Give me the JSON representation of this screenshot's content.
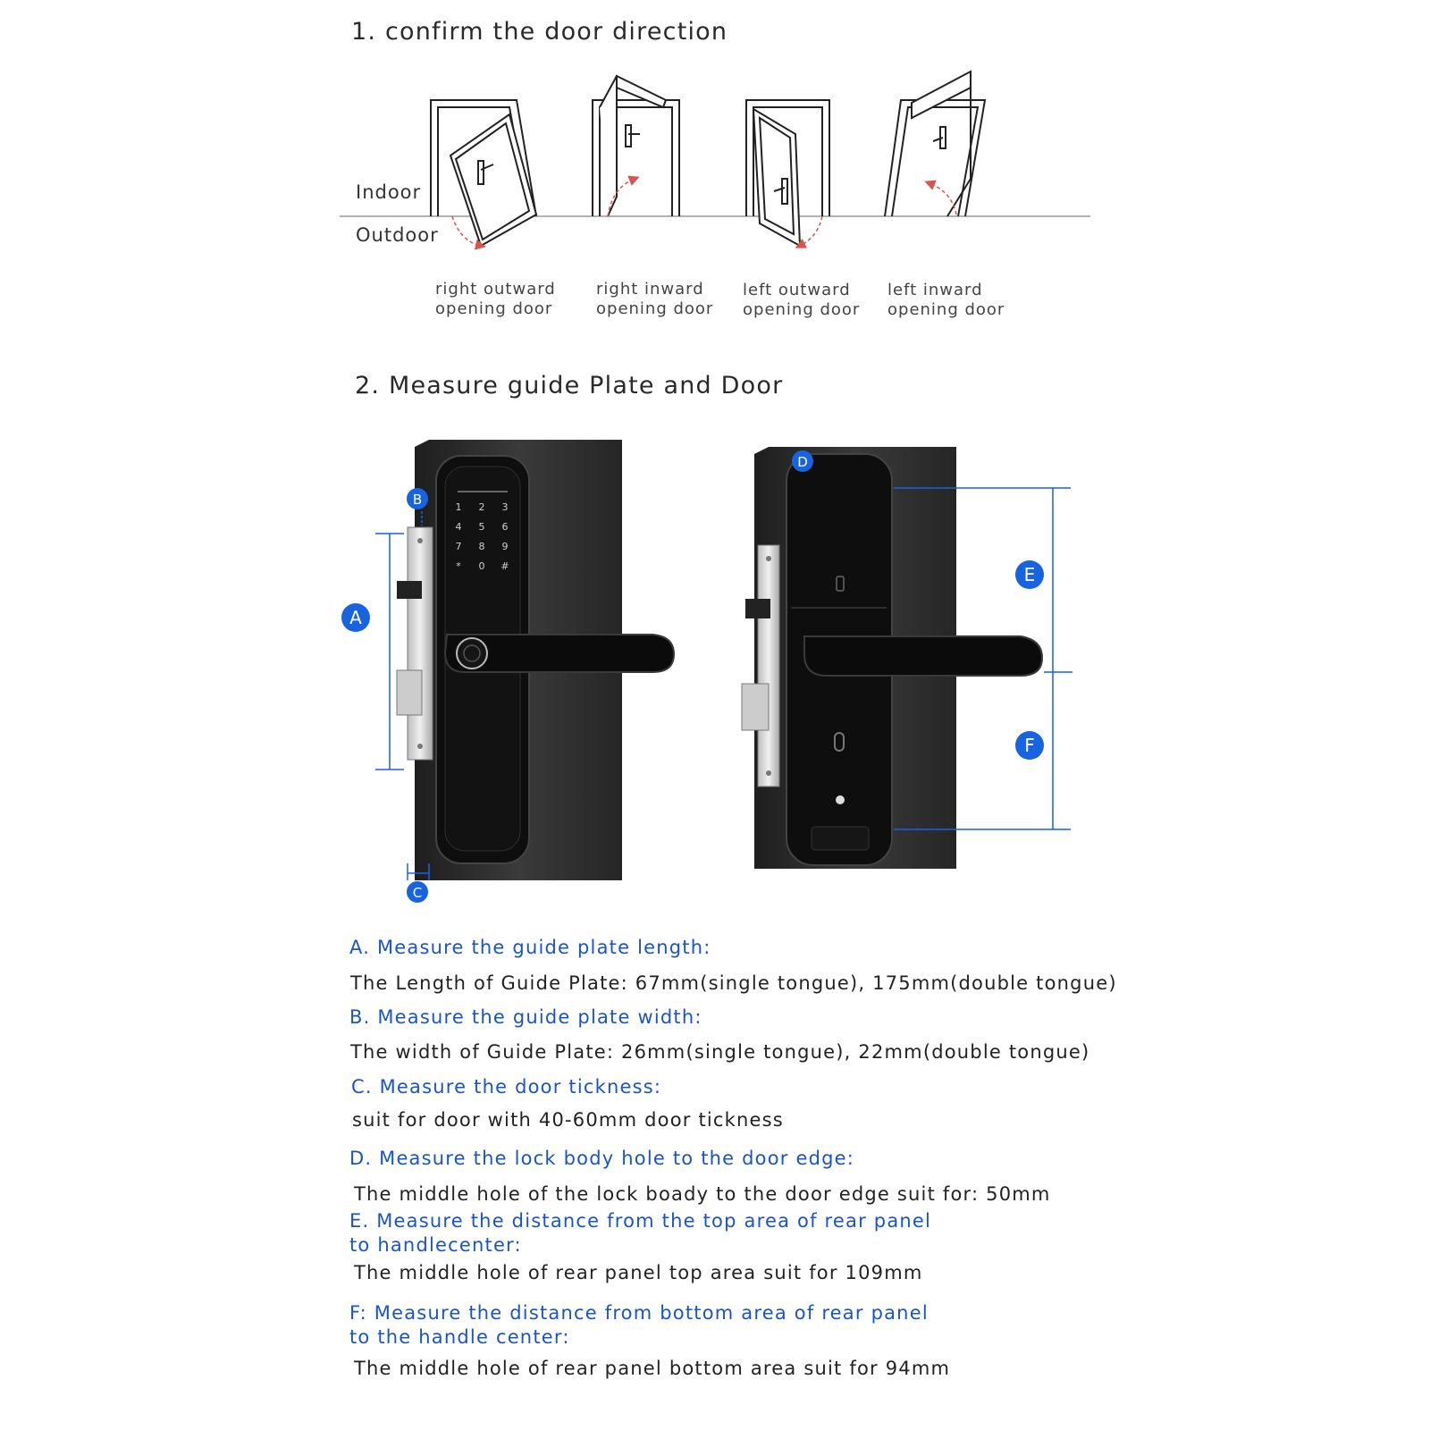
{
  "section1": {
    "title": "1. confirm the door direction",
    "indoor_label": "Indoor",
    "outdoor_label": "Outdoor",
    "doors": [
      {
        "line1": "right outward",
        "line2": "opening door"
      },
      {
        "line1": "right inward",
        "line2": "opening door"
      },
      {
        "line1": "left outward",
        "line2": "opening door"
      },
      {
        "line1": "left inward",
        "line2": "opening door"
      }
    ]
  },
  "section2": {
    "title": "2. Measure guide Plate and Door",
    "markers": {
      "a": "A",
      "b": "B",
      "c": "C",
      "d": "D",
      "e": "E",
      "f": "F"
    },
    "keypad": [
      "1",
      "2",
      "3",
      "4",
      "5",
      "6",
      "7",
      "8",
      "9",
      "*",
      "0",
      "#"
    ]
  },
  "specs": [
    {
      "title_lines": [
        "A. Measure the guide plate length:"
      ],
      "body": "The Length of Guide Plate: 67mm(single tongue), 175mm(double tongue)"
    },
    {
      "title_lines": [
        "B. Measure the guide plate width:"
      ],
      "body": "The width of Guide Plate: 26mm(single tongue), 22mm(double tongue)"
    },
    {
      "title_lines": [
        "C. Measure the door tickness:"
      ],
      "body": "suit for door with 40-60mm door tickness"
    },
    {
      "title_lines": [
        "D. Measure the lock body hole to the door edge:"
      ],
      "body": "The middle hole of the lock boady to the door edge suit for: 50mm"
    },
    {
      "title_lines": [
        "E. Measure the distance from the top area of rear panel",
        "to handlecenter:"
      ],
      "body": "The middle hole of rear panel top area suit for 109mm"
    },
    {
      "title_lines": [
        "F: Measure the distance from bottom area of rear panel",
        "to the handle center:"
      ],
      "body": "The middle hole of rear panel bottom area suit for 94mm"
    }
  ],
  "colors": {
    "accent_blue": "#1a55c8",
    "marker_blue": "#1763e0",
    "door_panel": "#2b2b2b",
    "lock_body": "#0e0e0e"
  }
}
